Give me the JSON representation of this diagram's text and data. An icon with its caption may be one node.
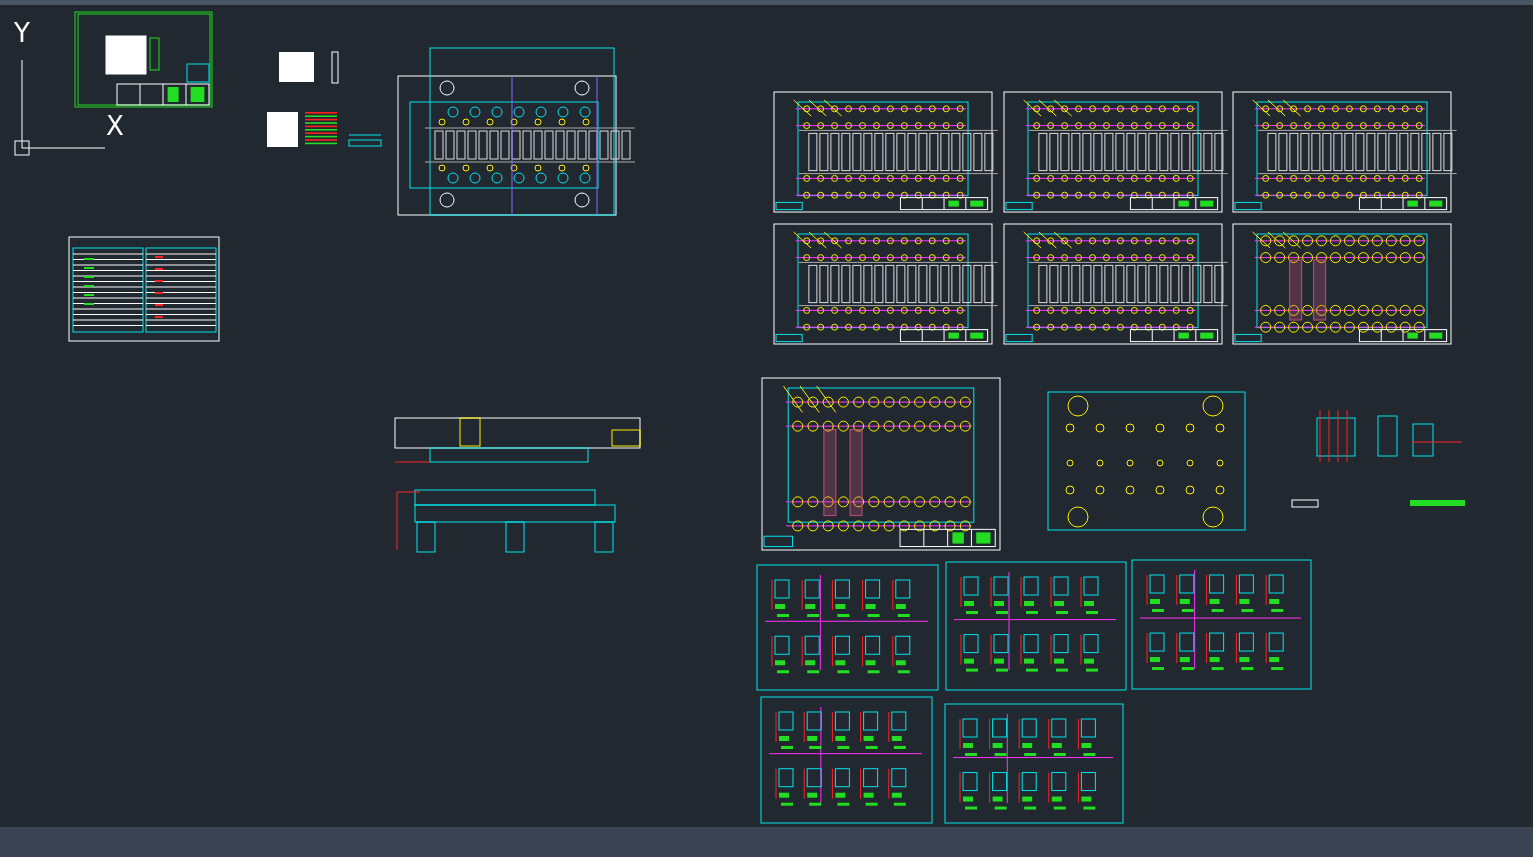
{
  "diagram": {
    "nodes": [
      {
        "text": [],
        "shape": "bar"
      }
    ],
    "labels": [
      "Y",
      "X"
    ]
  }
}
